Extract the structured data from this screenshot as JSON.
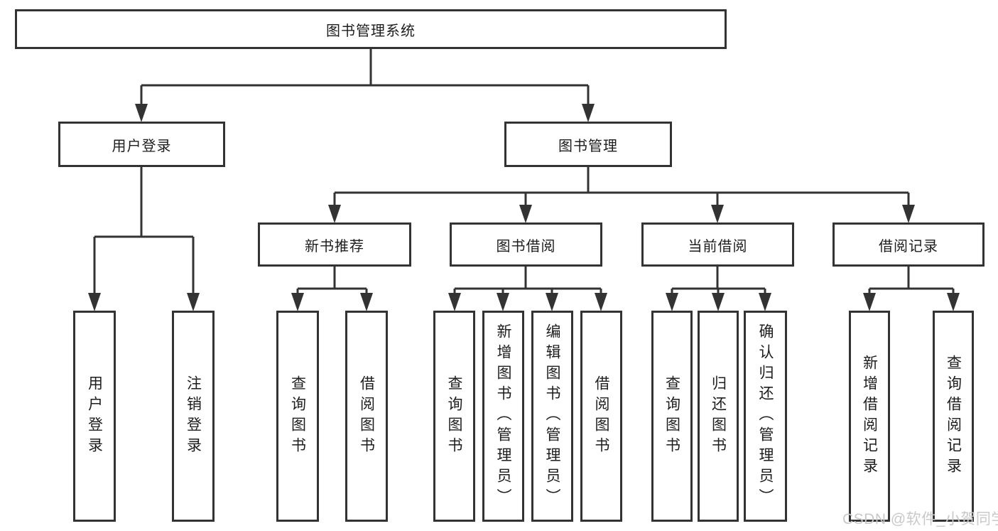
{
  "diagram_type": "hierarchy-tree",
  "colors": {
    "line": "#333333",
    "node_border": "#333333",
    "text": "#1d1d1d",
    "background": "#ffffff",
    "watermark": "#c9c9c9"
  },
  "tree": {
    "label": "图书管理系统",
    "children": [
      {
        "label": "用户登录",
        "children": [
          {
            "label": "用户登录"
          },
          {
            "label": "注销登录"
          }
        ]
      },
      {
        "label": "图书管理",
        "children": [
          {
            "label": "新书推荐",
            "children": [
              {
                "label": "查询图书"
              },
              {
                "label": "借阅图书"
              }
            ]
          },
          {
            "label": "图书借阅",
            "children": [
              {
                "label": "查询图书"
              },
              {
                "label": "新增图书（管理员）"
              },
              {
                "label": "编辑图书（管理员）"
              },
              {
                "label": "借阅图书"
              }
            ]
          },
          {
            "label": "当前借阅",
            "children": [
              {
                "label": "查询图书"
              },
              {
                "label": "归还图书"
              },
              {
                "label": "确认归还（管理员）"
              }
            ]
          },
          {
            "label": "借阅记录",
            "children": [
              {
                "label": "新增借阅记录"
              },
              {
                "label": "查询借阅记录"
              }
            ]
          }
        ]
      }
    ]
  },
  "watermark": {
    "text": "CSDN @软件_小贺同学"
  }
}
